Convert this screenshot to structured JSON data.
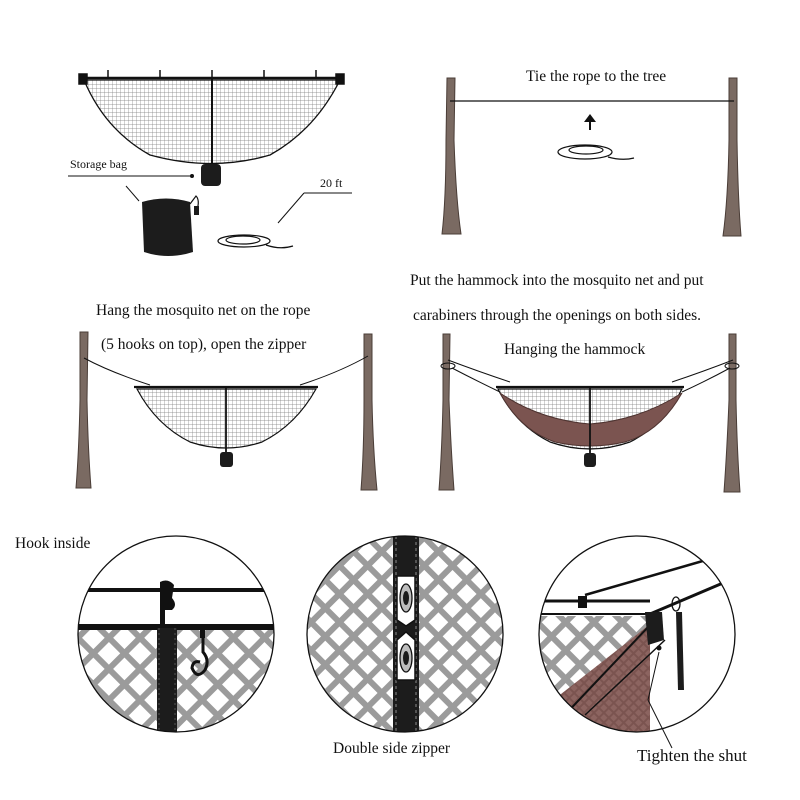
{
  "labels": {
    "storage_bag": "Storage bag",
    "rope_length": "20 ft",
    "tie_rope": "Tie the rope to the tree",
    "put_hammock_line1": "Put the hammock into the mosquito net and put",
    "put_hammock_line2": "carabiners through the openings on both sides.",
    "hang_net_line1": "Hang the mosquito net on the rope",
    "hang_net_line2": "(5 hooks on top), open the zipper",
    "hanging_hammock": "Hanging the hammock",
    "hook_inside": "Hook inside",
    "double_zipper": "Double side zipper",
    "tighten_shut": "Tighten the shut"
  },
  "colors": {
    "tree": "#7a6a62",
    "tree_edge": "#4a3d37",
    "hammock": "#7b5450",
    "bag": "#1c1c1c",
    "line": "#111111",
    "mesh": "#9b9b9b"
  }
}
